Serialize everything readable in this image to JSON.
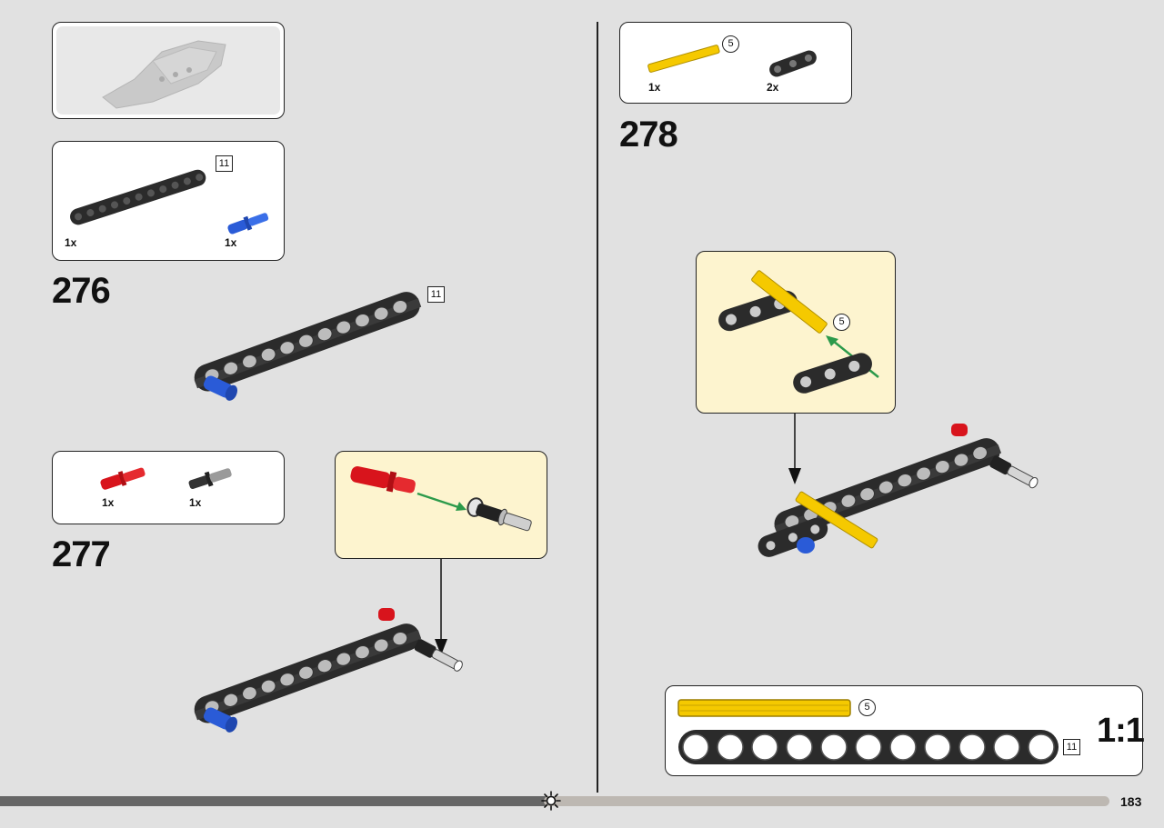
{
  "page": {
    "number": "183"
  },
  "steps": [
    {
      "number": "276",
      "parts": [
        {
          "qty": "1x",
          "part": "beam",
          "length": "11"
        },
        {
          "qty": "1x",
          "part": "blue-pin"
        }
      ],
      "model_length": "11"
    },
    {
      "number": "277",
      "parts": [
        {
          "qty": "1x",
          "part": "red-pin"
        },
        {
          "qty": "1x",
          "part": "grey-pin"
        }
      ]
    },
    {
      "number": "278",
      "parts": [
        {
          "qty": "1x",
          "part": "yellow-axle",
          "length": "5"
        },
        {
          "qty": "2x",
          "part": "black-link"
        }
      ],
      "callout_length": "5"
    }
  ],
  "scale_guide": {
    "axle_length": "5",
    "beam_length": "11",
    "label": "1:1"
  },
  "colors": {
    "background": "#e1e1e1",
    "callout": "#fdf4cf",
    "beam": "#2b2b2b",
    "blue": "#2a5bd7",
    "red": "#d8141c",
    "yellow": "#f5c900",
    "arrow_green": "#2c9a4b"
  },
  "icons": {
    "progress_marker": "sun-gear-icon"
  }
}
